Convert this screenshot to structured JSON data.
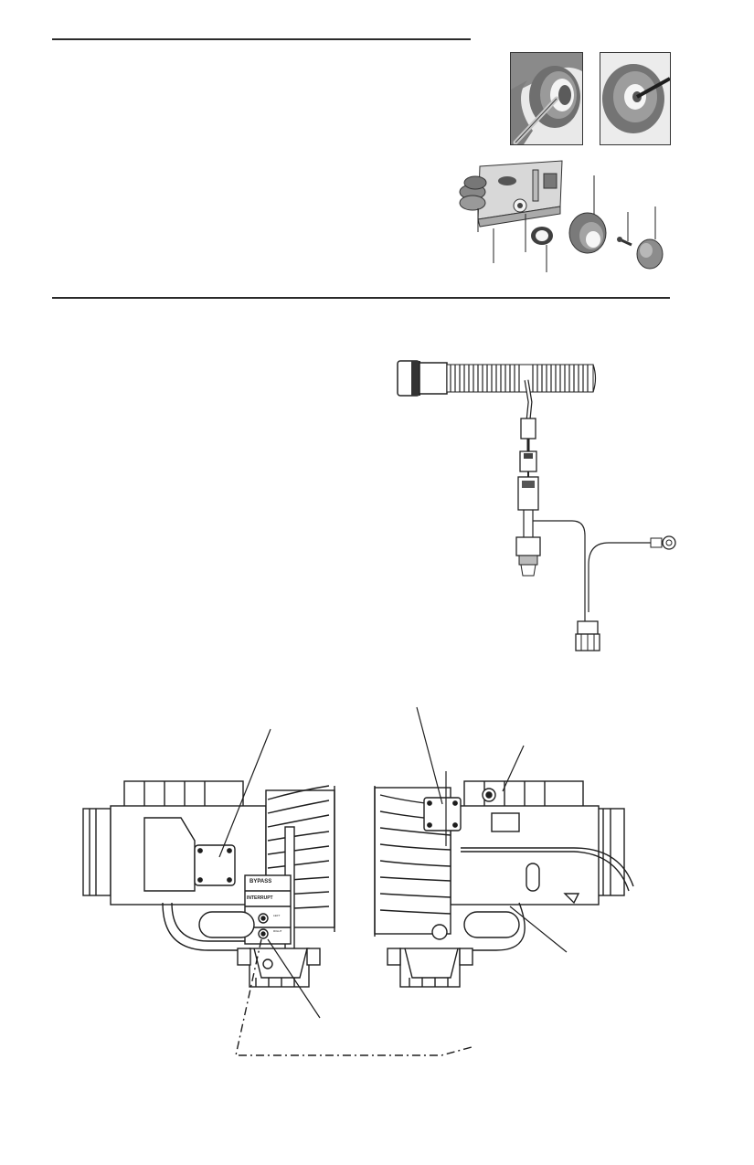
{
  "page": {
    "background": "#ffffff",
    "ink": "#2a2a2a"
  },
  "compressor_panel": {
    "top_label": "BYPASS",
    "middle_label": "INTERRUPT",
    "side_label_upper": "LEFT",
    "side_label_lower": "RIGHT"
  }
}
